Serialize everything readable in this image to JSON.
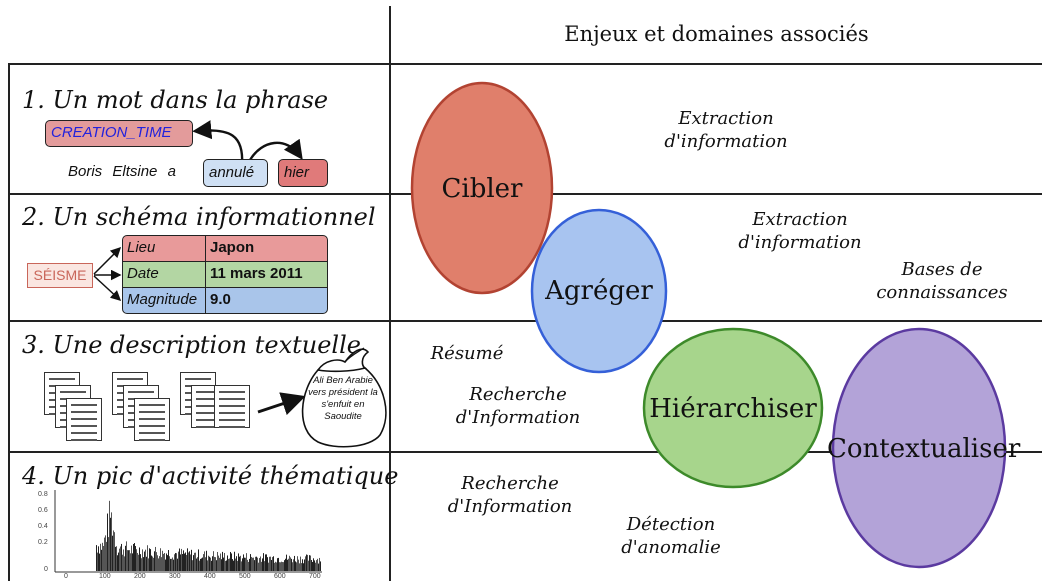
{
  "header": {
    "title": "Enjeux et domaines associés"
  },
  "rows": [
    {
      "title": "1. Un mot dans la phrase",
      "tag": "CREATION_TIME",
      "sentence_words": [
        "Boris",
        "Eltsine",
        "a"
      ],
      "event_word": "annulé",
      "time_word": "hier"
    },
    {
      "title": "2. Un schéma informationnel",
      "event": "SÉISME",
      "fields": [
        {
          "label": "Lieu",
          "value": "Japon",
          "color": "#e89a9a"
        },
        {
          "label": "Date",
          "value": "11 mars 2011",
          "color": "#b3d6a3"
        },
        {
          "label": "Magnitude",
          "value": "9.0",
          "color": "#a9c5ea"
        }
      ]
    },
    {
      "title": "3. Une description textuelle",
      "summary_text": "Ali Ben Arabie vers président la s'enfuit en Saoudite"
    },
    {
      "title": "4. Un pic d'activité thématique",
      "histogram_y_ticks": [
        "0.8",
        "0.6",
        "0.4",
        "0.2",
        "0"
      ],
      "histogram_x_ticks": [
        "0",
        "100",
        "200",
        "300",
        "400",
        "500",
        "600",
        "700"
      ]
    }
  ],
  "circles": [
    {
      "label": "Cibler",
      "fill": "#e07f6b",
      "stroke": "#b24332"
    },
    {
      "label": "Agréger",
      "fill": "#a8c4f0",
      "stroke": "#3560d8"
    },
    {
      "label": "Hiérarchiser",
      "fill": "#a7d58c",
      "stroke": "#3d8a2a"
    },
    {
      "label": "Contextualiser",
      "fill": "#b3a3d8",
      "stroke": "#5b3aa0"
    }
  ],
  "domains": {
    "extraction_1": [
      "Extraction",
      "d'information"
    ],
    "extraction_2": [
      "Extraction",
      "d'information"
    ],
    "bases": [
      "Bases de",
      "connaissances"
    ],
    "resume": [
      "Résumé"
    ],
    "recherche_1": [
      "Recherche",
      "d'Information"
    ],
    "recherche_2": [
      "Recherche",
      "d'Information"
    ],
    "detection": [
      "Détection",
      "d'anomalie"
    ]
  }
}
